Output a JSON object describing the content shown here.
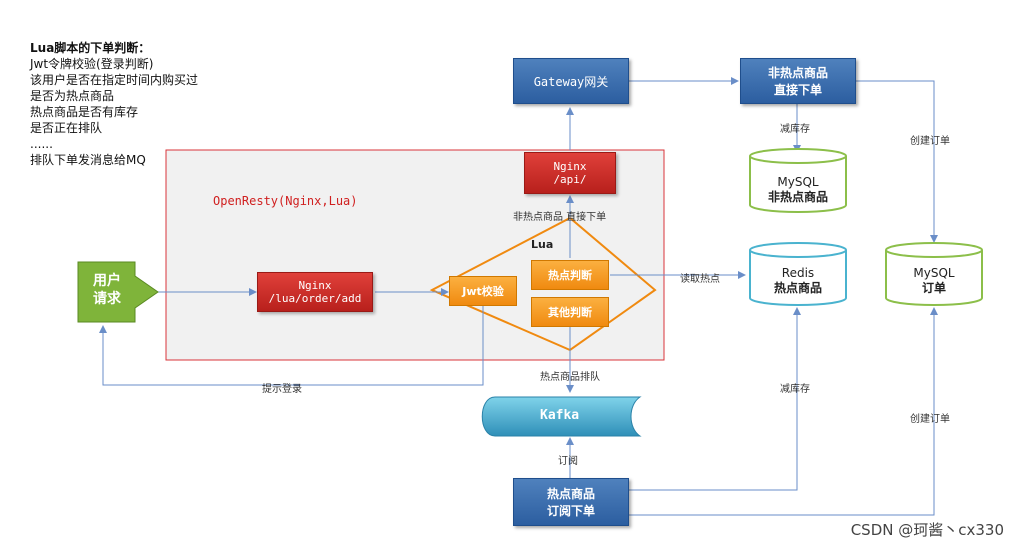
{
  "notes": {
    "title": "Lua脚本的下单判断：",
    "lines": [
      "Jwt令牌校验(登录判断)",
      "该用户是否在指定时间内购买过",
      "是否为热点商品",
      "热点商品是否有库存",
      "是否正在排队",
      "......",
      "排队下单发消息给MQ"
    ]
  },
  "gateway": "Gateway网关",
  "non_hot_direct": {
    "line1": "非热点商品",
    "line2": "直接下单"
  },
  "openresty_label": "OpenResty(Nginx,Lua)",
  "nginx_api": {
    "line1": "Nginx",
    "line2": "/api/"
  },
  "nginx_lua": {
    "line1": "Nginx",
    "line2": "/lua/order/add"
  },
  "lua_label": "Lua",
  "jwt_check": "Jwt校验",
  "hot_check": "热点判断",
  "other_check": "其他判断",
  "user_request": {
    "line1": "用户",
    "line2": "请求"
  },
  "kafka": "Kafka",
  "hot_subscribe": {
    "line1": "热点商品",
    "line2": "订阅下单"
  },
  "mysql_nonhot": {
    "line1": "MySQL",
    "line2": "非热点商品"
  },
  "redis_hot": {
    "line1": "Redis",
    "line2": "热点商品"
  },
  "mysql_order": {
    "line1": "MySQL",
    "line2": "订单"
  },
  "labels": {
    "reduce_stock_1": "减库存",
    "create_order_1": "创建订单",
    "nonhot_direct_order": "非热点商品 直接下单",
    "read_hot": "读取热点",
    "prompt_login": "提示登录",
    "hot_queue": "热点商品排队",
    "reduce_stock_2": "减库存",
    "create_order_2": "创建订单",
    "subscribe": "订阅"
  },
  "watermark": "CSDN @珂酱丶cx330"
}
